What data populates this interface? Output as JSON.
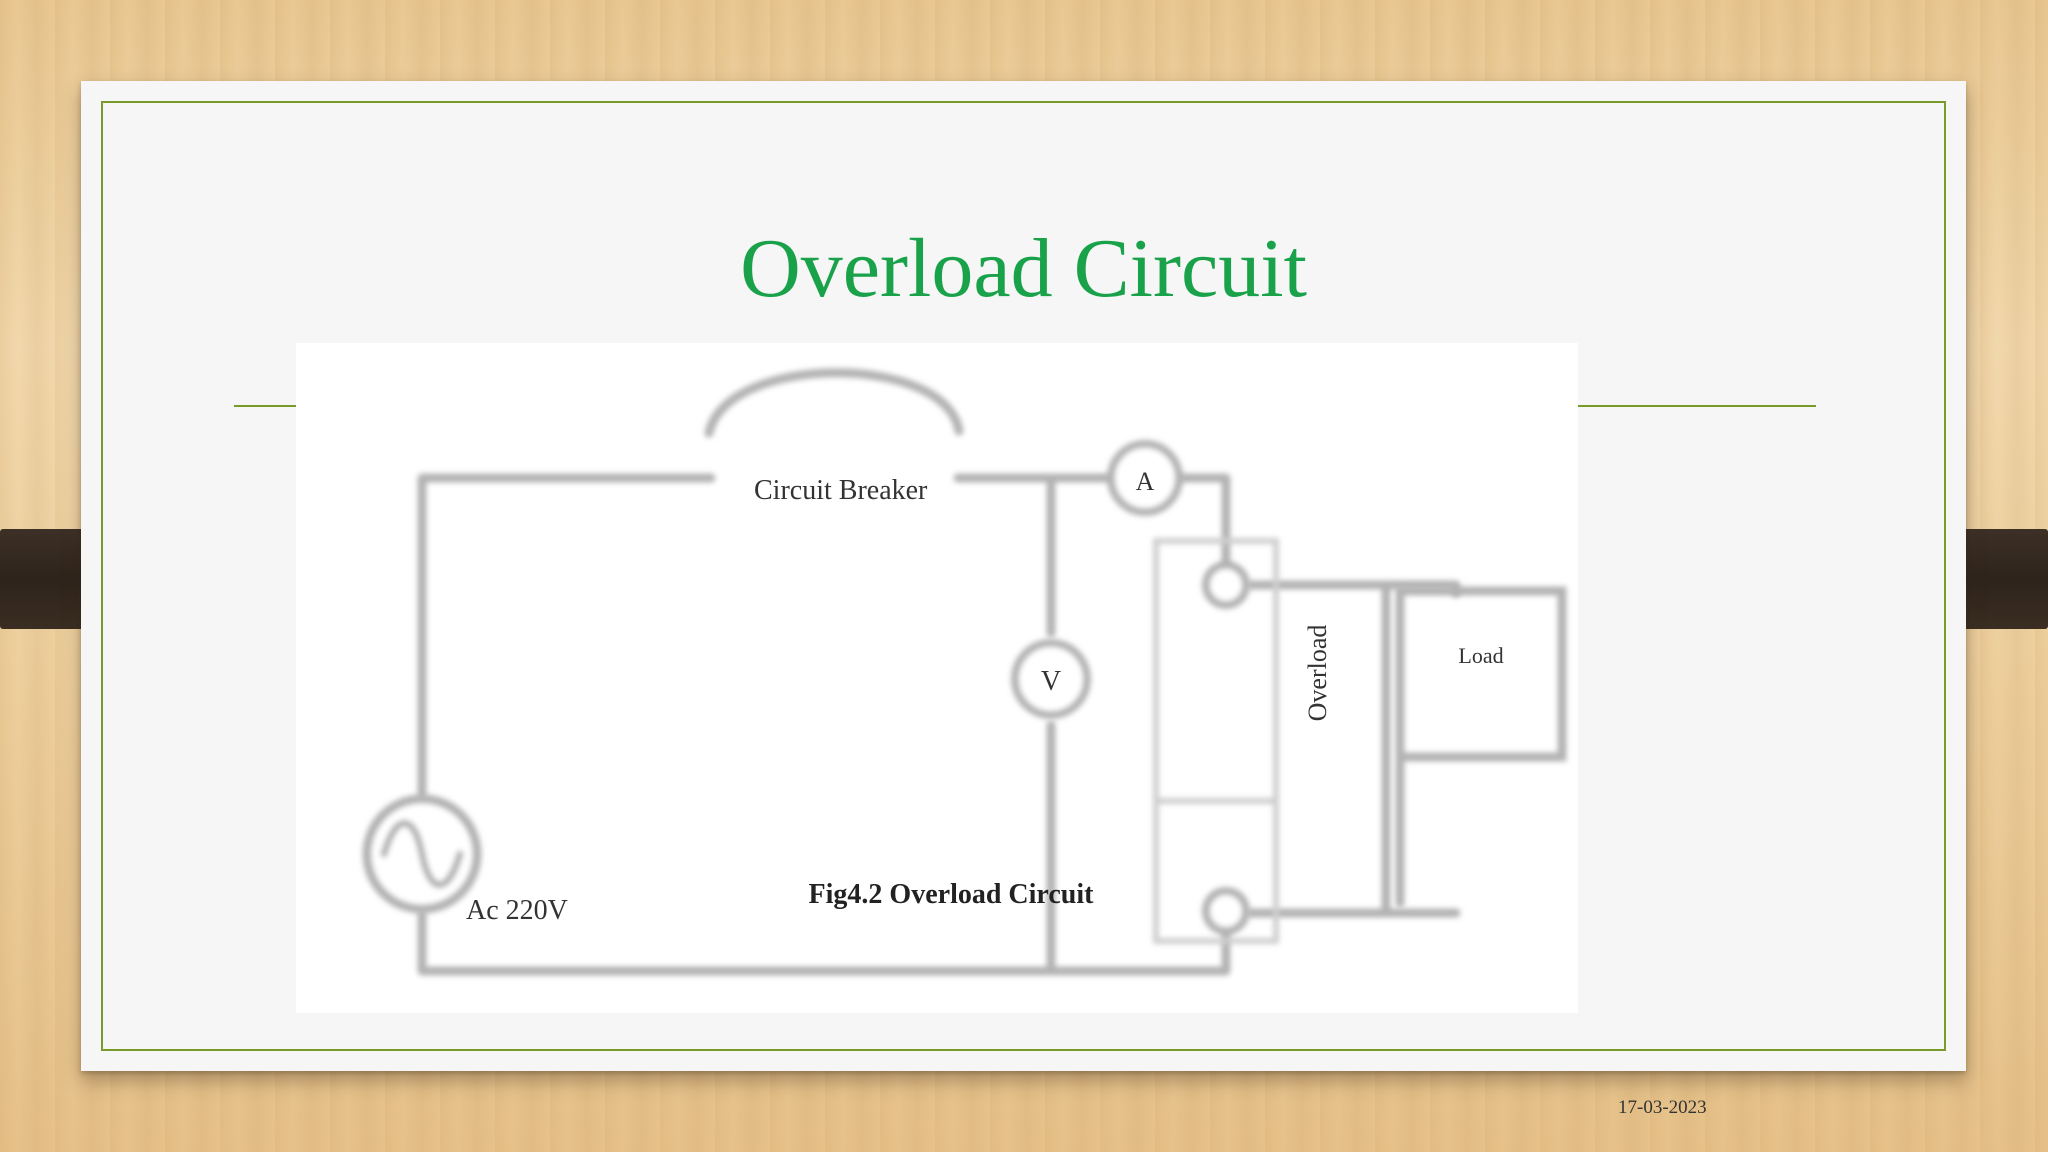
{
  "slide": {
    "title": "Overload Circuit",
    "date": "17-03-2023"
  },
  "figure": {
    "caption": "Fig4.2 Overload Circuit",
    "labels": {
      "circuit_breaker": "Circuit Breaker",
      "ammeter": "A",
      "voltmeter": "V",
      "source": "Ac 220V",
      "overload": "Overload",
      "load": "Load"
    }
  },
  "colors": {
    "title": "#1aa24a",
    "border": "#7a9a2a",
    "wire": "#b5b5b5"
  }
}
